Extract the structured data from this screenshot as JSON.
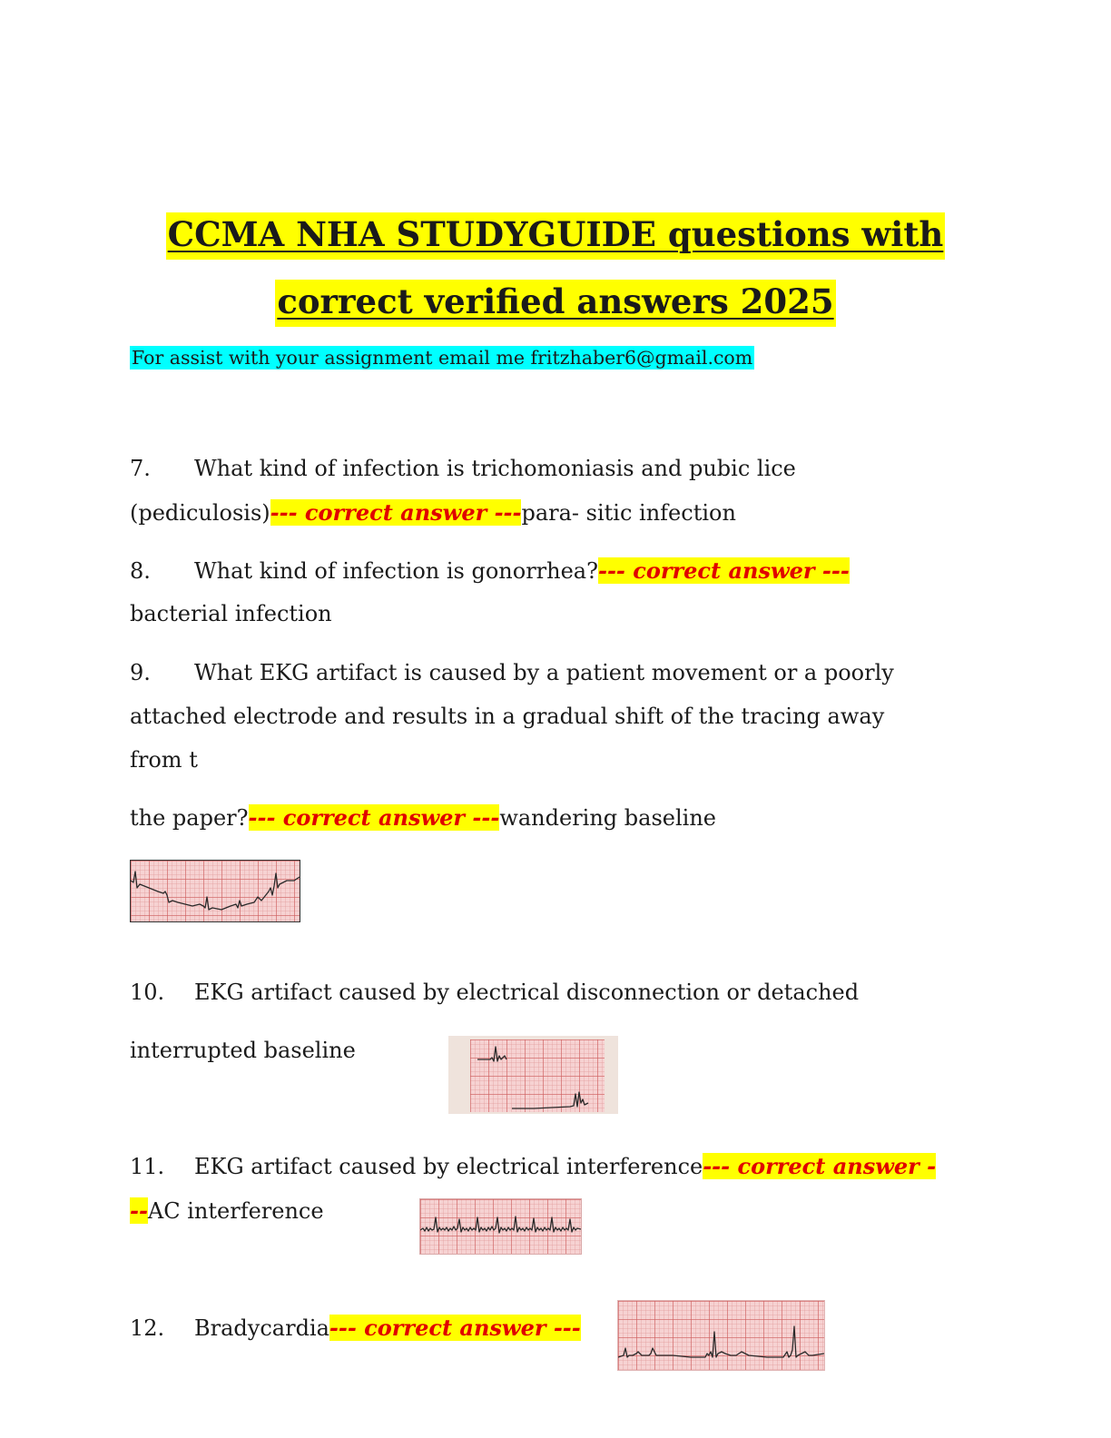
{
  "title": {
    "line1": "CCMA NHA STUDYGUIDE questions with",
    "line2": "correct verified answers 2025"
  },
  "contact": "For assist with your assignment email me fritzhaber6@gmail.com",
  "questions": [
    {
      "num": "7.",
      "text_a": "What kind of infection is trichomoniasis and pubic lice",
      "text_b": "(pediculosis)",
      "answer_marker": "--- correct answer ---",
      "answer": "para- sitic infection"
    },
    {
      "num": "8.",
      "text_a": "What kind of infection is gonorrhea?",
      "answer_marker": "--- correct answer ---",
      "answer": "bacterial infection"
    },
    {
      "num": "9.",
      "text_a": "What EKG artifact is caused by a patient movement or a poorly",
      "text_b": "attached electrode and results in a gradual shift of the tracing away",
      "text_c": "from t",
      "text_d": "the paper?",
      "answer_marker": "--- correct answer ---",
      "answer": "wandering baseline",
      "image_icon": "ekg-wandering-baseline-icon"
    },
    {
      "num": "10.",
      "text_a": "EKG artifact caused by electrical disconnection or detached",
      "answer": "interrupted baseline",
      "image_icon": "ekg-interrupted-baseline-icon"
    },
    {
      "num": "11.",
      "text_a": "EKG artifact caused by electrical interference",
      "answer_marker_a": "--- correct answer -",
      "answer_marker_b": "--",
      "answer": "AC interference",
      "image_icon": "ekg-ac-interference-icon"
    },
    {
      "num": "12.",
      "text_a": "Bradycardia",
      "answer_marker": "--- correct answer ---",
      "image_icon": "ekg-bradycardia-icon"
    }
  ],
  "colors": {
    "title_highlight": "#ffff00",
    "contact_highlight": "#00ffff",
    "answer_text": "#e00000",
    "ekg_paper": "#f6d2d2"
  }
}
